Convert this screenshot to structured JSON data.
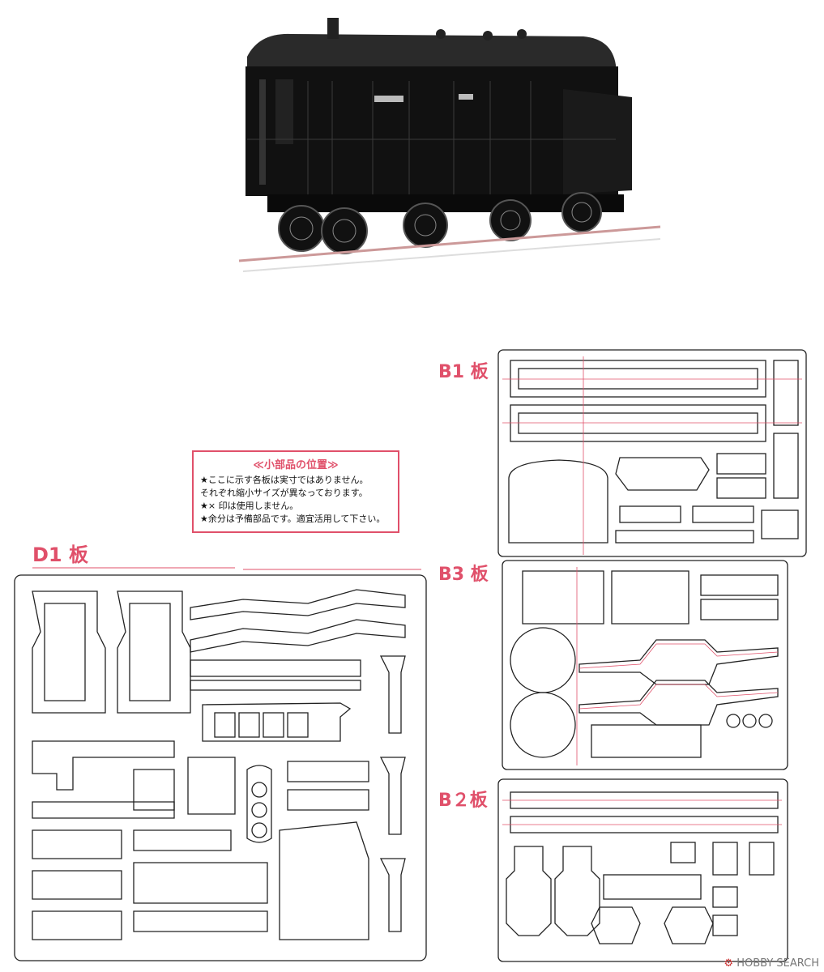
{
  "photo": {
    "alt": "locomotive-photo"
  },
  "plates": {
    "d1": {
      "label": "D1 板"
    },
    "b1": {
      "label": "B1 板"
    },
    "b3": {
      "label": "B3 板"
    },
    "b2": {
      "label": "B２板"
    }
  },
  "notice": {
    "title": "≪小部品の位置≫",
    "lines": [
      "★ここに示す各板は実寸ではありません。",
      "それぞれ縮小サイズが異なっております。",
      "★× 印は使用しません。",
      "★余分は予備部品です。適宜活用して下さい。"
    ]
  },
  "watermark": {
    "brand": "HOBBY SEARCH",
    "mark": "⚙"
  },
  "colors": {
    "accent": "#e0506a",
    "line": "#222222"
  }
}
